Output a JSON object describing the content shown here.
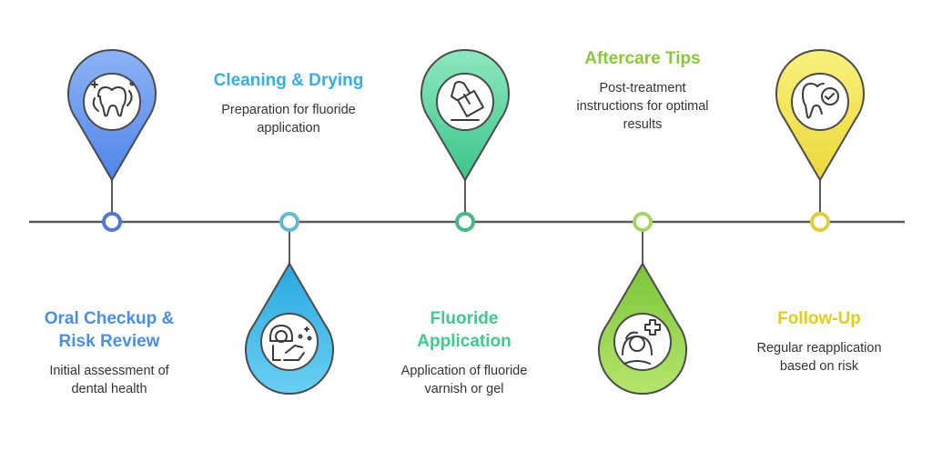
{
  "steps": [
    {
      "title": "Oral Checkup & Risk Review",
      "title_lines": [
        "Oral Checkup &",
        "Risk Review"
      ],
      "desc_lines": [
        "Initial assessment of",
        "dental health"
      ],
      "color": "#5b8def",
      "ring_color": "#4f79d4",
      "icon": "tooth-magnifier-icon"
    },
    {
      "title": "Cleaning & Drying",
      "title_lines": [
        "Cleaning & Drying"
      ],
      "desc_lines": [
        "Preparation for fluoride",
        "application"
      ],
      "color": "#45b8e6",
      "ring_color": "#62b8d6",
      "icon": "patient-dental-chair-icon"
    },
    {
      "title": "Fluoride Application",
      "title_lines": [
        "Fluoride",
        "Application"
      ],
      "desc_lines": [
        "Application of fluoride",
        "varnish or gel"
      ],
      "color": "#4cd19a",
      "ring_color": "#46b985",
      "icon": "hand-applying-varnish-icon"
    },
    {
      "title": "Aftercare Tips",
      "title_lines": [
        "Aftercare Tips"
      ],
      "desc_lines": [
        "Post-treatment",
        "instructions for optimal",
        "results"
      ],
      "color": "#8fd13f",
      "ring_color": "#a5d46a",
      "icon": "patient-care-plus-icon"
    },
    {
      "title": "Follow-Up",
      "title_lines": [
        "Follow-Up"
      ],
      "desc_lines": [
        "Regular reapplication",
        "based on risk"
      ],
      "color": "#efe04a",
      "ring_color": "#e3cc3a",
      "icon": "tooth-check-icon"
    }
  ],
  "title_colors": [
    "#4b8ee8",
    "#3aaee0",
    "#3fc98c",
    "#8cc63f",
    "#e3cc1f"
  ]
}
